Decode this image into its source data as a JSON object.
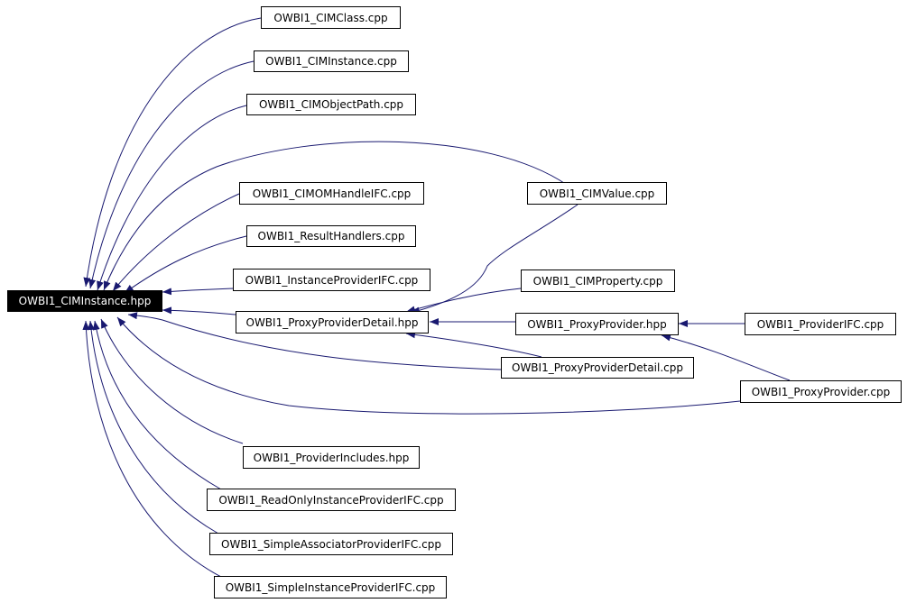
{
  "colors": {
    "edge": "#191970",
    "node_border": "#000000",
    "node_fill": "#ffffff",
    "root_fill": "#000000",
    "root_text": "#ffffff"
  },
  "nodes": {
    "cim_instance_hpp": "OWBI1_CIMInstance.hpp",
    "cim_class_cpp": "OWBI1_CIMClass.cpp",
    "cim_instance_cpp": "OWBI1_CIMInstance.cpp",
    "cim_object_path_cpp": "OWBI1_CIMObjectPath.cpp",
    "cimom_handle_ifc_cpp": "OWBI1_CIMOMHandleIFC.cpp",
    "result_handlers_cpp": "OWBI1_ResultHandlers.cpp",
    "instance_provider_ifc_cpp": "OWBI1_InstanceProviderIFC.cpp",
    "proxy_provider_detail_hpp": "OWBI1_ProxyProviderDetail.hpp",
    "provider_includes_hpp": "OWBI1_ProviderIncludes.hpp",
    "read_only_instance_provider_ifc_cpp": "OWBI1_ReadOnlyInstanceProviderIFC.cpp",
    "simple_associator_provider_ifc_cpp": "OWBI1_SimpleAssociatorProviderIFC.cpp",
    "simple_instance_provider_ifc_cpp": "OWBI1_SimpleInstanceProviderIFC.cpp",
    "cim_value_cpp": "OWBI1_CIMValue.cpp",
    "cim_property_cpp": "OWBI1_CIMProperty.cpp",
    "proxy_provider_hpp": "OWBI1_ProxyProvider.hpp",
    "proxy_provider_detail_cpp": "OWBI1_ProxyProviderDetail.cpp",
    "proxy_provider_cpp": "OWBI1_ProxyProvider.cpp",
    "provider_ifc_cpp": "OWBI1_ProviderIFC.cpp"
  }
}
